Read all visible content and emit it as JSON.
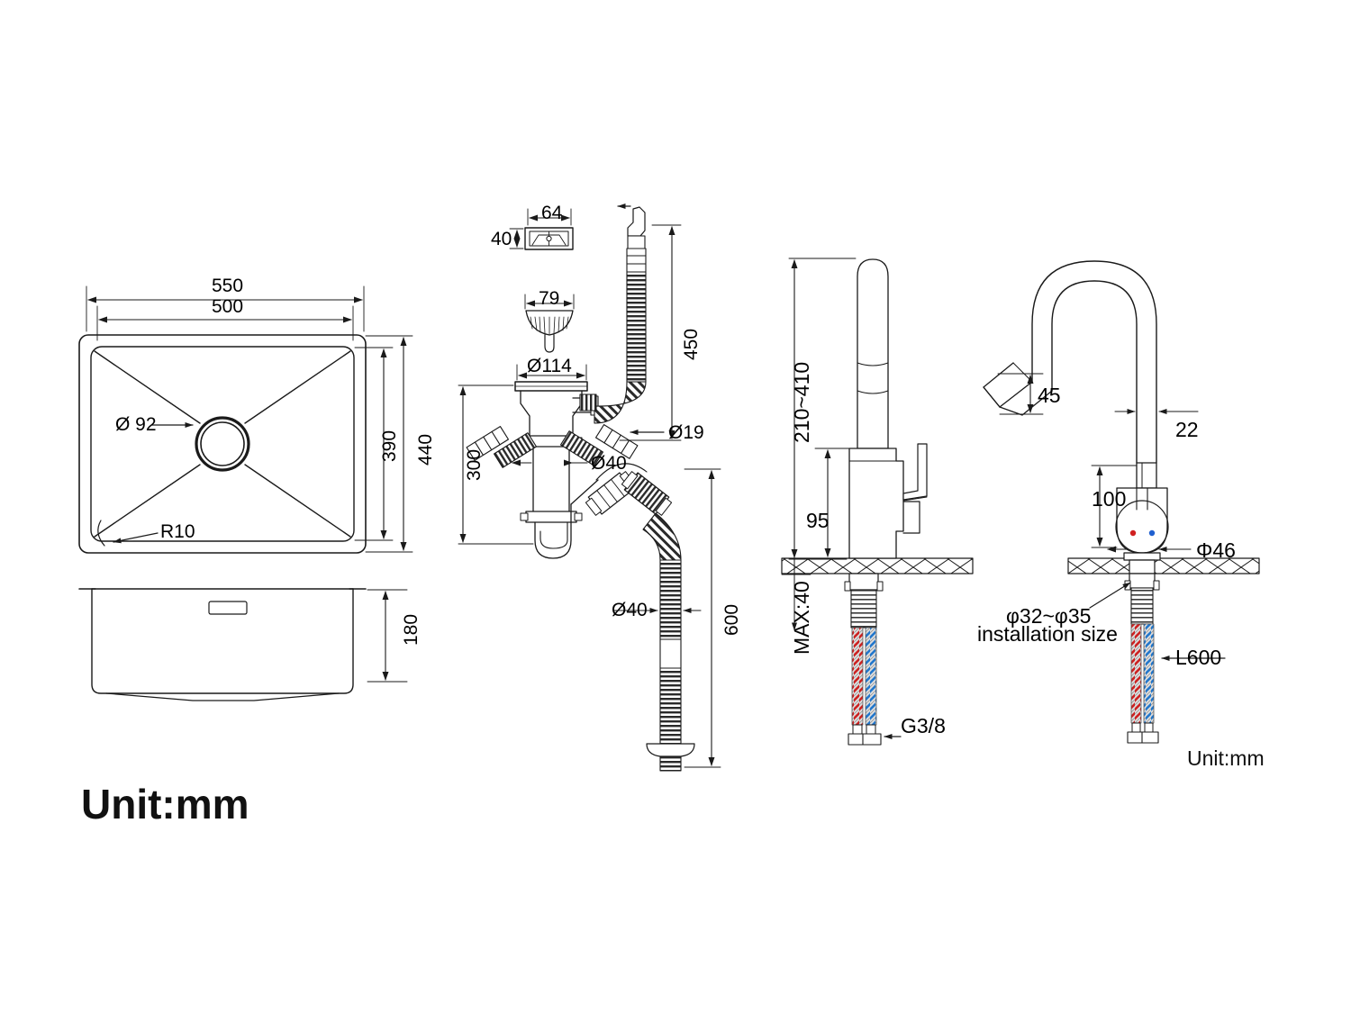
{
  "document": {
    "type": "technical-drawing",
    "subject": "Undermount kitchen sink with drain assembly and two pull-out faucets",
    "unit_note_main": "Unit:mm",
    "unit_note_secondary": "Unit:mm"
  },
  "views": {
    "sink_top": {
      "name": "Sink top view",
      "dims": {
        "outer_width": "550",
        "inner_width": "500",
        "outer_depth": "440",
        "inner_depth": "390",
        "drain_hole": "Ø 92",
        "corner_radius": "R10"
      }
    },
    "sink_side": {
      "name": "Sink side view",
      "dims": {
        "bowl_depth": "180"
      }
    },
    "drain_assembly": {
      "name": "Drain / waste assembly",
      "dims": {
        "overflow_cover_width": "64",
        "overflow_cover_height": "40",
        "strainer_basket": "79",
        "flange_diameter": "Ø114",
        "overflow_hose_length": "450",
        "overflow_hose_dia": "Ø19",
        "trap_height": "300",
        "trap_dia": "Ø40",
        "outlet_hose_dia": "Ø40",
        "outlet_hose_length": "600"
      }
    },
    "faucet_left": {
      "name": "Faucet side elevation (pull-out spray)",
      "dims": {
        "total_height": "210~410",
        "spout_base_height": "95",
        "counter_thickness": "MAX:40",
        "supply_thread": "G3/8"
      }
    },
    "faucet_right": {
      "name": "Faucet front elevation (gooseneck)",
      "dims": {
        "spray_head_height": "45",
        "tube_diameter": "22",
        "body_height": "100",
        "base_diameter": "Φ46",
        "hole_size": "φ32~φ35",
        "hole_size_note": "installation size",
        "hose_length": "L600"
      }
    }
  },
  "colors": {
    "line": "#1a1a1a",
    "hot_indicator": "#d02020",
    "cold_indicator": "#2060d0",
    "hot_hose": "#cc2222",
    "cold_hose": "#2277cc",
    "braid": "#9a9a9a",
    "background": "#ffffff"
  },
  "labels": {
    "d550": "550",
    "d500": "500",
    "d440": "440",
    "d390": "390",
    "d92": "Ø 92",
    "r10": "R10",
    "d180": "180",
    "d64": "64",
    "d40_overflow": "40",
    "d79": "79",
    "d114": "Ø114",
    "d450": "450",
    "d19": "Ø19",
    "d300": "300",
    "d40_trap": "Ø40",
    "d40_hose": "Ø40",
    "d600": "600",
    "h210_410": "210~410",
    "h95": "95",
    "max40": "MAX:40",
    "g38": "G3/8",
    "d45": "45",
    "d22": "22",
    "d100": "100",
    "d46": "Φ46",
    "install_dia": "φ32~φ35",
    "install_text": "installation size",
    "l600": "L600",
    "unit_main": "Unit:mm",
    "unit_secondary": "Unit:mm"
  }
}
